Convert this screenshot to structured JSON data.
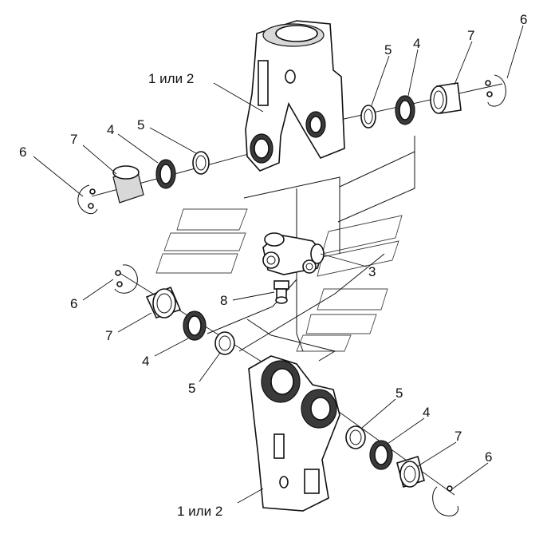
{
  "diagram": {
    "labels": {
      "top_fork": "1 или 2",
      "bottom_fork": "1 или 2",
      "cross": "3",
      "grease_fitting": "8",
      "tr_circlip": "6",
      "tr_cup": "7",
      "tr_seal": "4",
      "tr_washer": "5",
      "tl_circlip": "6",
      "tl_cup": "7",
      "tl_seal": "4",
      "tl_washer": "5",
      "ml_circlip": "6",
      "ml_cup": "7",
      "ml_seal": "4",
      "ml_washer": "5",
      "br_washer": "5",
      "br_seal": "4",
      "br_cup": "7",
      "br_circlip": "6"
    }
  }
}
